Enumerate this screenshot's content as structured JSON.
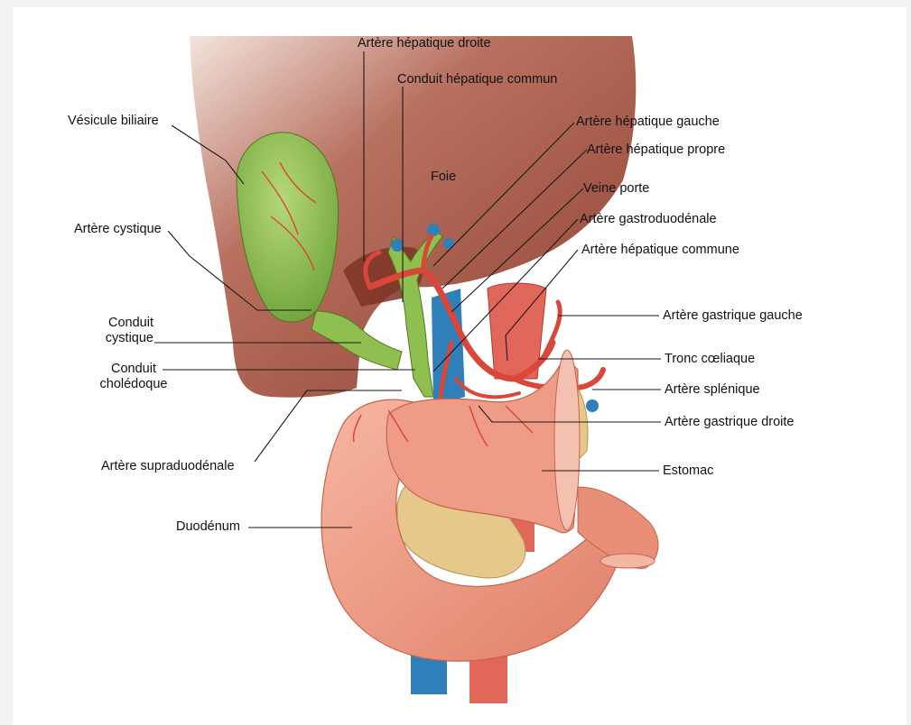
{
  "labels": {
    "foie": "Foie",
    "vesicule": "Vésicule biliaire",
    "artere_cystique": "Artère cystique",
    "conduit_cystique_l1": "Conduit",
    "conduit_cystique_l2": "cystique",
    "conduit_choledoque_l1": "Conduit",
    "conduit_choledoque_l2": "cholédoque",
    "artere_supraduodenale": "Artère supraduodénale",
    "duodenum": "Duodénum",
    "artere_hepatique_droite": "Artère hépatique droite",
    "conduit_hepatique_commun": "Conduit hépatique commun",
    "artere_hepatique_gauche": "Artère hépatique gauche",
    "artere_hepatique_propre": "Artère hépatique propre",
    "veine_porte": "Veine porte",
    "artere_gastroduodenale": "Artère gastroduodénale",
    "artere_hepatique_commune": "Artère hépatique commune",
    "artere_gastrique_gauche": "Artère gastrique gauche",
    "tronc_coeliaque": "Tronc cœliaque",
    "artere_splenique": "Artère splénique",
    "artere_gastrique_droite": "Artère gastrique droite",
    "estomac": "Estomac"
  },
  "colors": {
    "liver": "#9e4f3d",
    "gallbladder": "#8fbf4f",
    "artery": "#d9473a",
    "vein": "#2f7fb8",
    "duodenum": "#ec9a83",
    "pancreas": "#e6c98a"
  }
}
